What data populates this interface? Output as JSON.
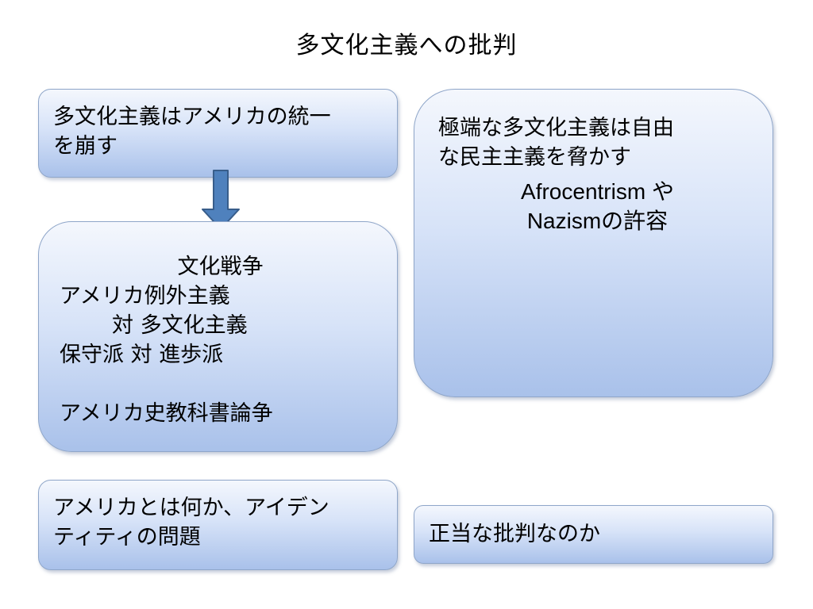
{
  "title": "多文化主義への批判",
  "boxes": {
    "top_left": {
      "lines": [
        "多文化主義はアメリカの統一",
        "を崩す"
      ]
    },
    "middle_left": {
      "heading": "文化戦争",
      "lines": [
        "アメリカ例外主義",
        "対 多文化主義",
        "保守派 対 進歩派"
      ],
      "footer": "アメリカ史教科書論争"
    },
    "right": {
      "lines": [
        "極端な多文化主義は自由",
        "な民主主義を脅かす"
      ],
      "sub_lines": [
        "Afrocentrism や",
        "Nazismの許容"
      ]
    },
    "bottom_left": {
      "lines": [
        "アメリカとは何か、アイデン",
        "ティティの問題"
      ]
    },
    "bottom_right": {
      "text": "正当な批判なのか"
    }
  },
  "colors": {
    "box_border": "#8fa6c9",
    "box_fill_top": "#f4f7fd",
    "box_fill_bottom": "#a9c1ea",
    "arrow_fill": "#4f81bd",
    "arrow_stroke": "#385d8a"
  }
}
